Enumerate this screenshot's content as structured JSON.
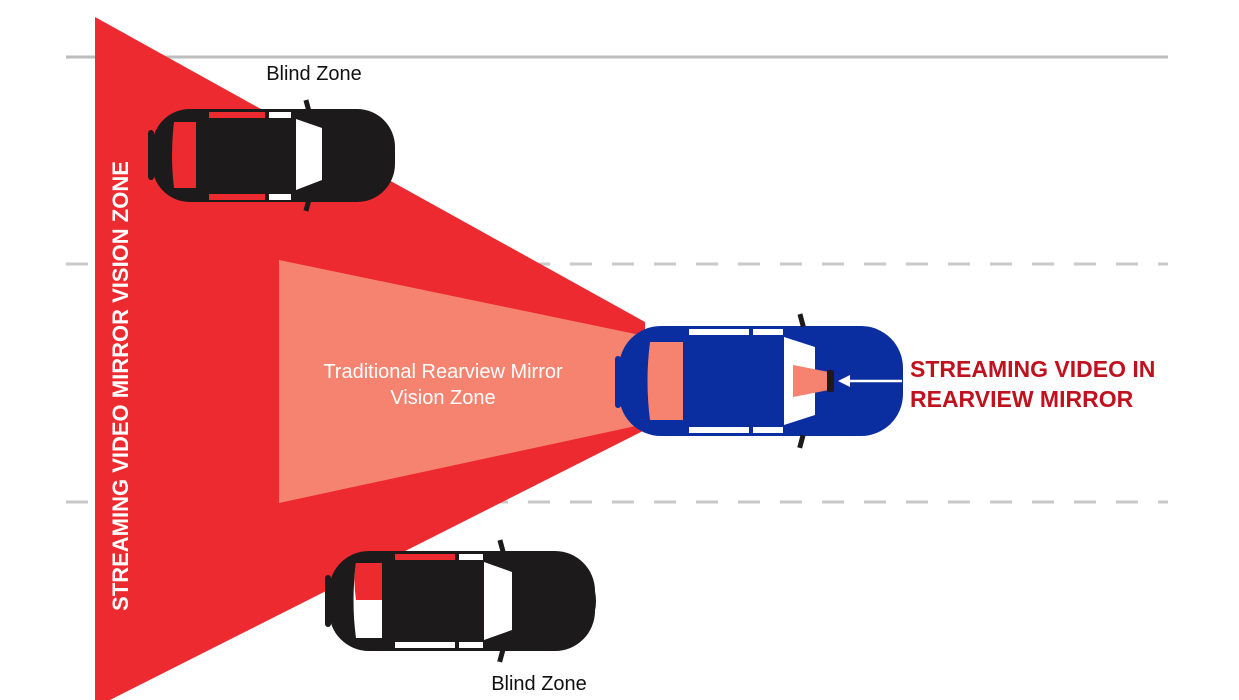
{
  "labels": {
    "blind_zone_top": "Blind Zone",
    "blind_zone_bottom": "Blind Zone",
    "vertical_zone": "STREAMING VIDEO MIRROR VISION ZONE",
    "traditional_line1": "Traditional Rearview Mirror",
    "traditional_line2": "Vision Zone",
    "streaming_line1": "STREAMING VIDEO IN",
    "streaming_line2": "REARVIEW MIRROR"
  },
  "colors": {
    "streaming_zone": "#ED2A2F",
    "traditional_zone": "#F6836F",
    "blue_car": "#0A2DA0",
    "dark_car": "#1C1A1A",
    "callout_text": "#C0121E",
    "road_line": "#BFBFBF"
  }
}
